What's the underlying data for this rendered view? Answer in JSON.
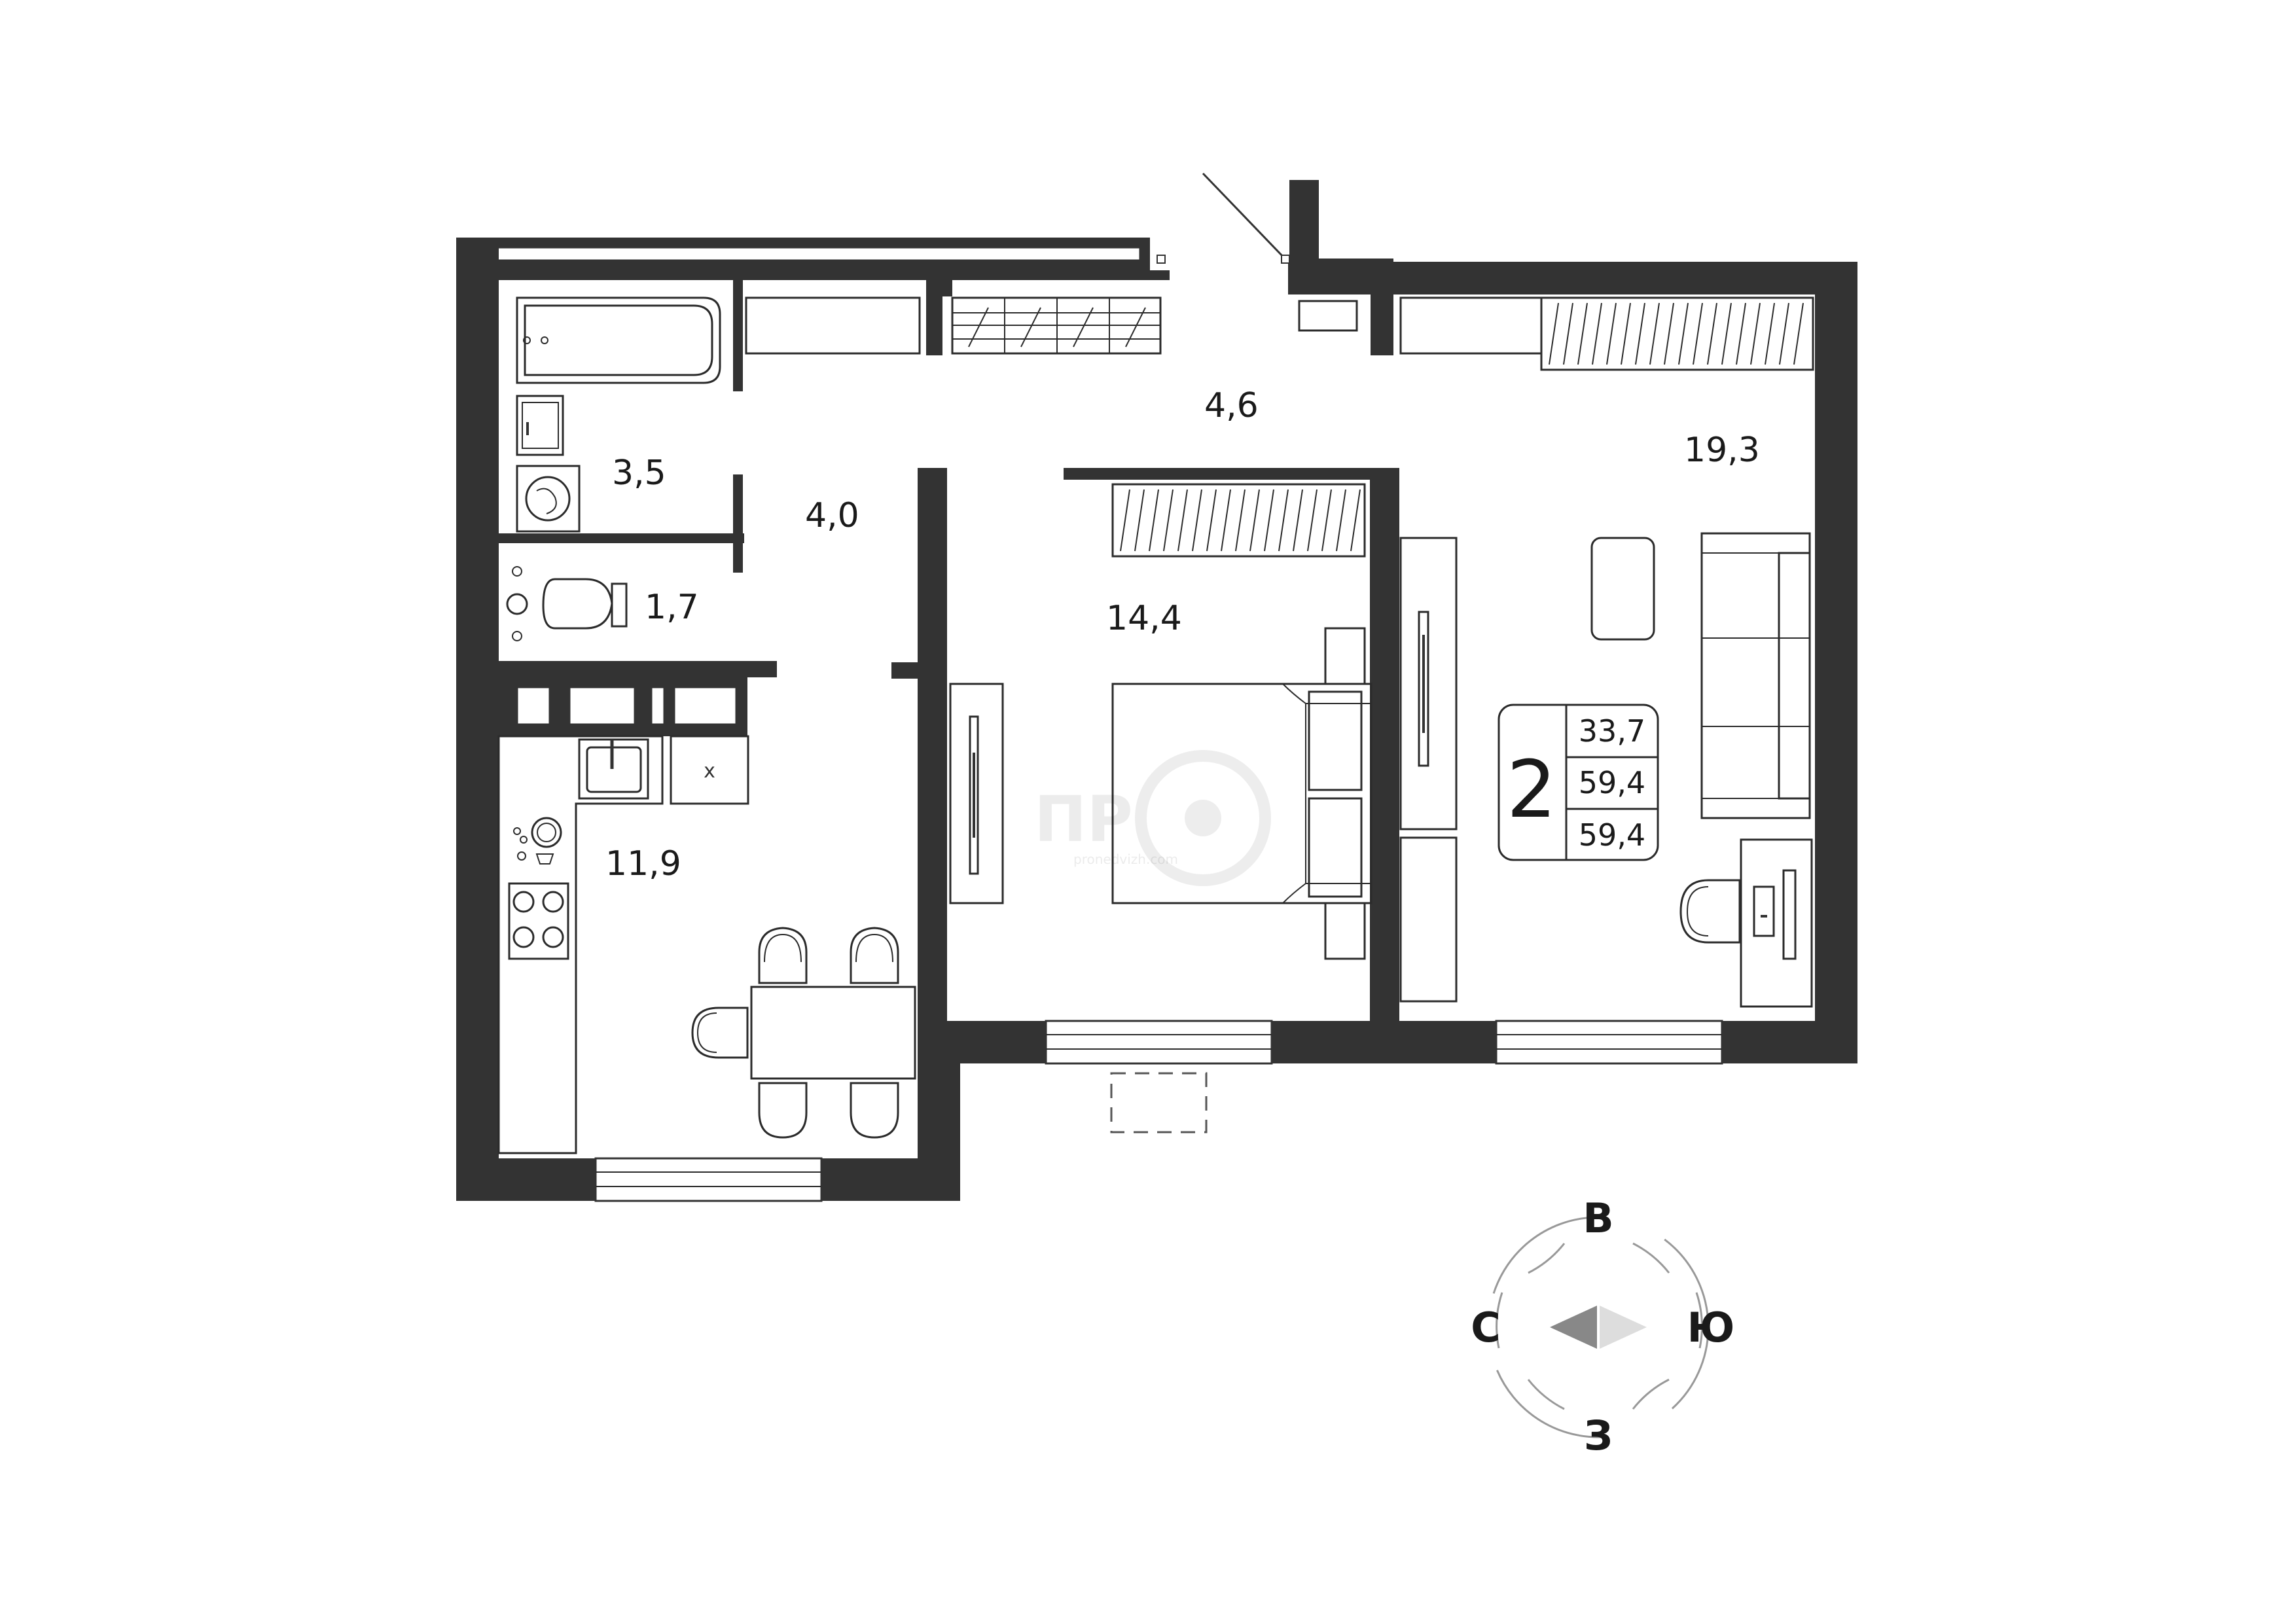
{
  "rooms": {
    "bathroom": "3,5",
    "wc": "1,7",
    "corridor": "4,0",
    "hall": "4,6",
    "kitchen": "11,9",
    "bedroom": "14,4",
    "living": "19,3"
  },
  "summary": {
    "room_count": "2",
    "living_area": "33,7",
    "total_area": "59,4",
    "total_area_balcony": "59,4"
  },
  "compass": {
    "north": "В",
    "south": "З",
    "west": "С",
    "east": "Ю"
  },
  "watermark": {
    "logo": "ПР",
    "site": "pronedvizh.com"
  },
  "colors": {
    "wall": "#333333",
    "line": "#2b2b2b",
    "background": "#ffffff"
  }
}
